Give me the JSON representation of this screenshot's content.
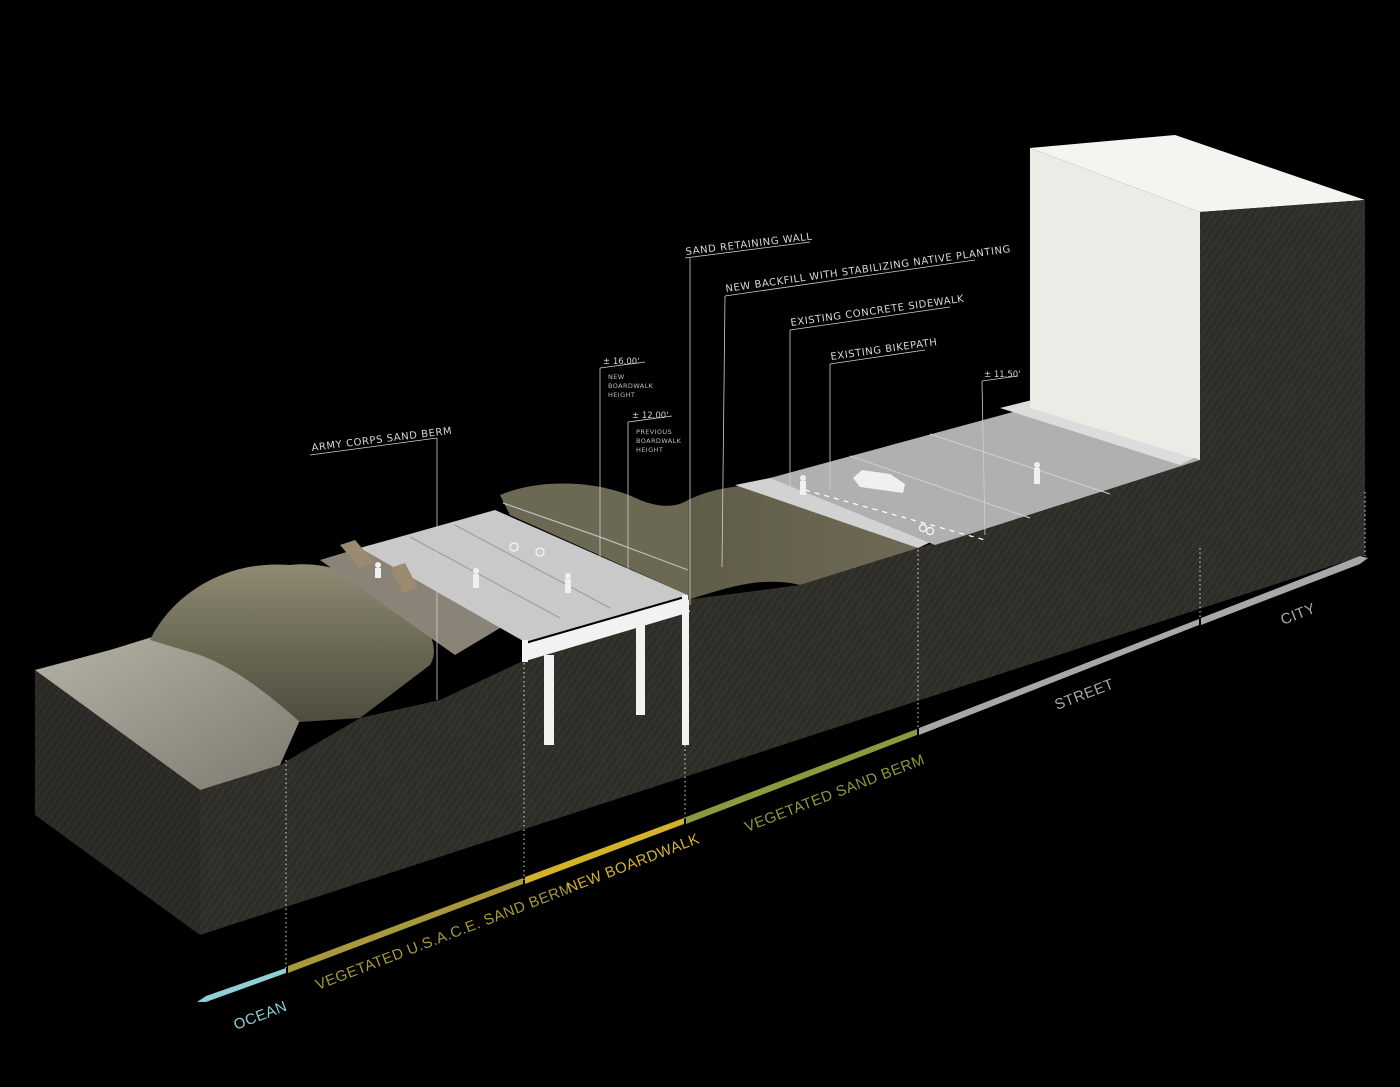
{
  "callouts": {
    "sand_retaining_wall": "SAND RETAINING WALL",
    "new_backfill": "NEW BACKFILL WITH STABILIZING NATIVE PLANTING",
    "existing_sidewalk": "EXISTING CONCRETE SIDEWALK",
    "existing_bikepath": "EXISTING BIKEPATH",
    "army_corps_berm": "ARMY CORPS SAND BERM"
  },
  "dimensions": {
    "new_height_value": "± 16.00'",
    "new_height_line1": "NEW",
    "new_height_line2": "BOARDWALK",
    "new_height_line3": "HEIGHT",
    "prev_height_value": "± 12.00'",
    "prev_height_line1": "PREVIOUS",
    "prev_height_line2": "BOARDWALK",
    "prev_height_line3": "HEIGHT",
    "street_height_value": "± 11.50'"
  },
  "zones": [
    {
      "label": "OCEAN",
      "color": "#8fd0d6"
    },
    {
      "label": "VEGETATED U.S.A.C.E. SAND BERM",
      "color": "#a89a3a"
    },
    {
      "label": "NEW BOARDWALK",
      "color": "#d4b22a"
    },
    {
      "label": "VEGETATED SAND BERM",
      "color": "#8a9a3c"
    },
    {
      "label": "STREET",
      "color": "#a8a8a8"
    },
    {
      "label": "CITY",
      "color": "#a8a8a8"
    }
  ]
}
